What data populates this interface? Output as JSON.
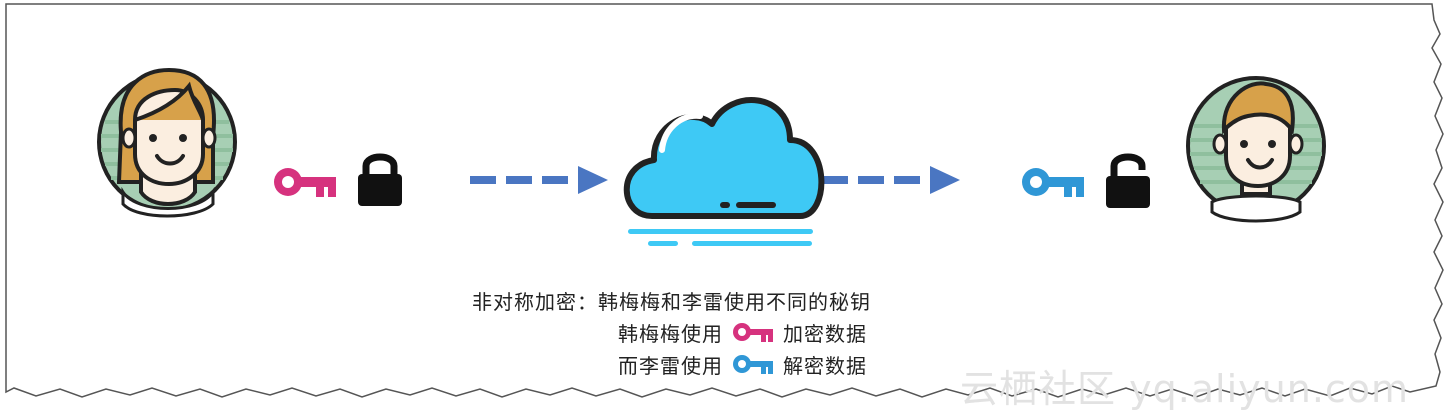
{
  "caption": {
    "line1": "非对称加密：韩梅梅和李雷使用不同的秘钥",
    "line2_prefix": "韩梅梅使用",
    "line2_suffix": "加密数据",
    "line3_prefix": "而李雷使用",
    "line3_suffix": "解密数据"
  },
  "watermark": "云栖社区 yq.aliyun.com",
  "icons": {
    "left_person": "woman-avatar-icon",
    "right_person": "man-avatar-icon",
    "sender_key": "key-icon",
    "locked": "lock-icon",
    "receiver_key": "key-icon",
    "unlocked": "unlock-icon",
    "cloud": "cloud-icon",
    "arrows": "dashed-arrow-icon"
  },
  "colors": {
    "encrypt_key": "#d6327e",
    "decrypt_key": "#2f97d6",
    "arrow": "#4a76c2",
    "cloud": "#3ec9f5",
    "avatar_bg": "#a7cfb4",
    "skin": "#fbeee0",
    "hair": "#d7a14a",
    "outline": "#222222"
  }
}
